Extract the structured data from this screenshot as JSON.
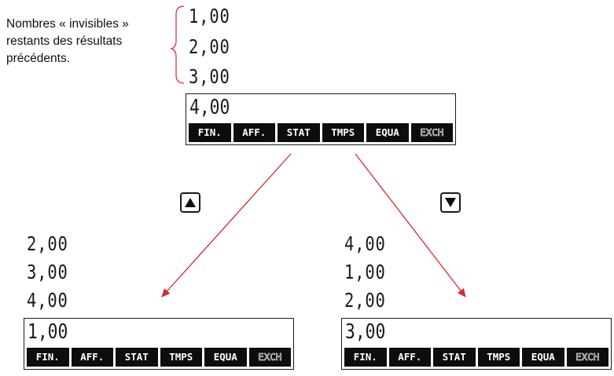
{
  "caption_lines": [
    "Nombres « invisibles »",
    "restants des résultats",
    "précédents."
  ],
  "top": {
    "stack": [
      "1,00",
      "2,00",
      "3,00"
    ],
    "display": "4,00"
  },
  "menu_keys": [
    "FIN.",
    "AFF.",
    "STAT",
    "TMPS",
    "EQUA",
    "EXCH"
  ],
  "up_key": "up-arrow",
  "down_key": "down-arrow",
  "left": {
    "stack": [
      "2,00",
      "3,00",
      "4,00"
    ],
    "display": "1,00"
  },
  "right": {
    "stack": [
      "4,00",
      "1,00",
      "2,00"
    ],
    "display": "3,00"
  },
  "colors": {
    "arrow": "#d42a2a",
    "lcd": "#0d0d0d"
  }
}
